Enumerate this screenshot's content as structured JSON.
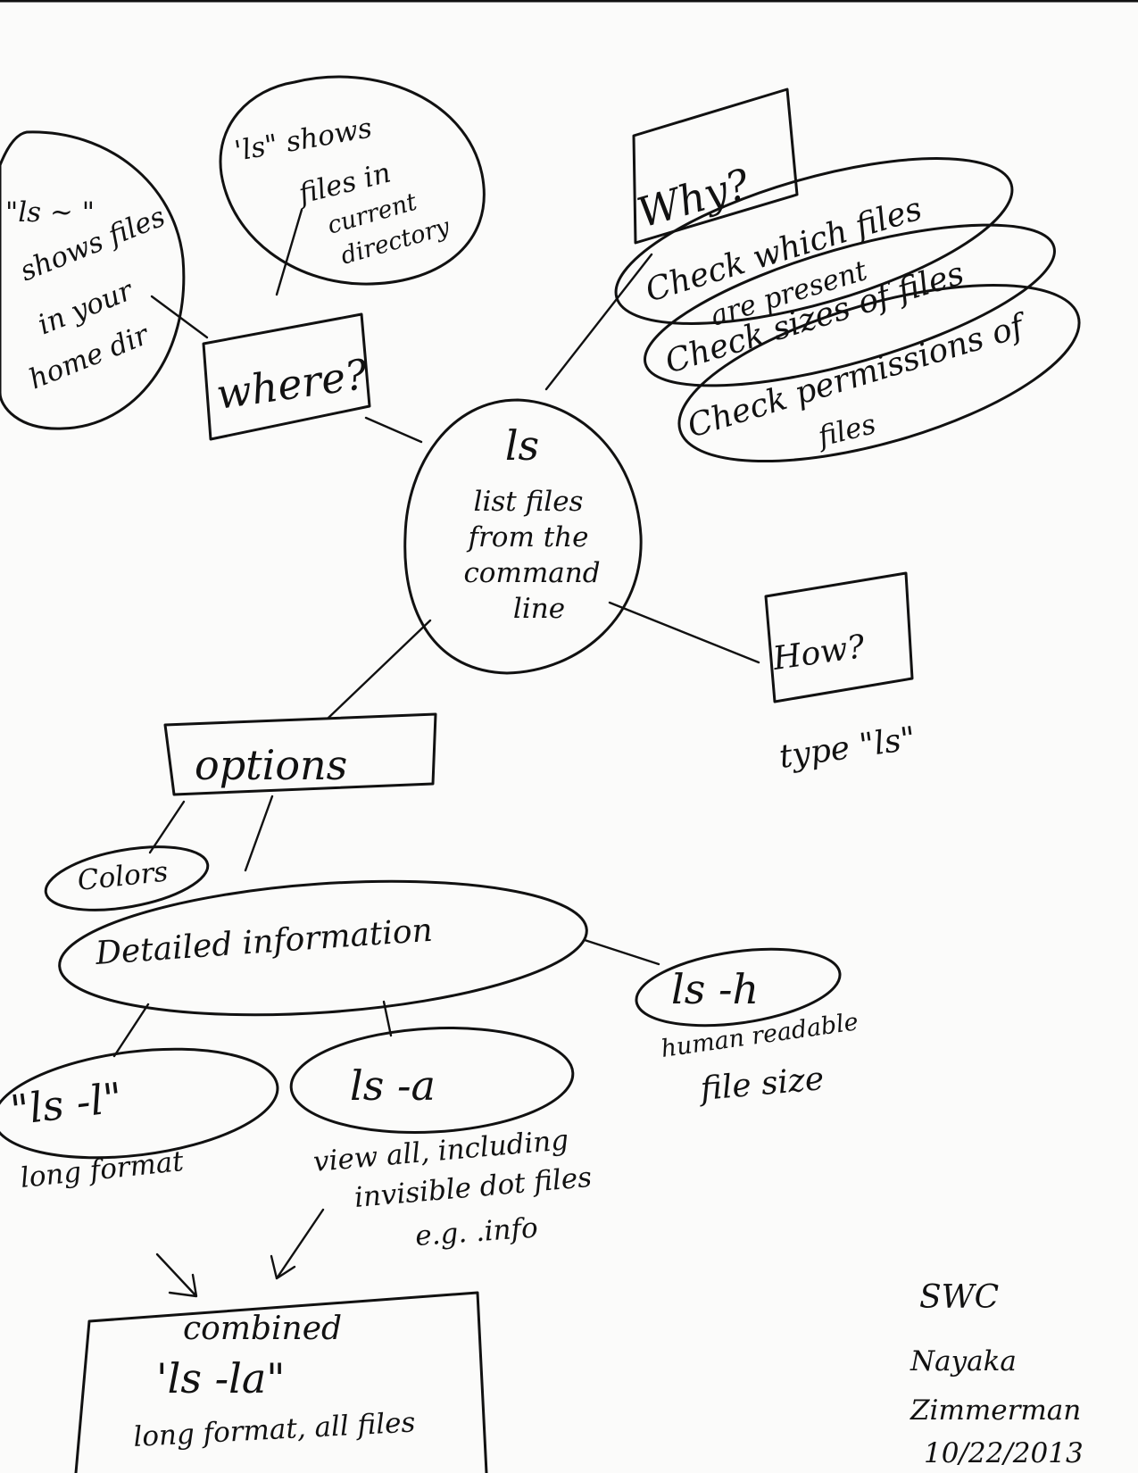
{
  "center": {
    "title": "ls",
    "lines": [
      "list files",
      "from the",
      "command",
      "line"
    ]
  },
  "where": {
    "label": "where?",
    "home_bubble": [
      "\"ls ~ \"",
      "shows files",
      "in your",
      "home dir"
    ],
    "current_bubble": [
      "'ls\" shows",
      "files in",
      "current",
      "directory"
    ]
  },
  "why": {
    "label": "Why?",
    "reasons": [
      [
        "Check which files",
        "are present"
      ],
      [
        "Check sizes of files"
      ],
      [
        "Check permissions of",
        "files"
      ]
    ]
  },
  "how": {
    "label": "How?",
    "note": "type \"ls\""
  },
  "options": {
    "label": "options",
    "colors": "Colors",
    "detailed": "Detailed information",
    "ls_h": {
      "command": "ls -h",
      "desc": [
        "human readable",
        "file size"
      ]
    },
    "ls_l": {
      "command": "\"ls -l\"",
      "desc": "long format"
    },
    "ls_a": {
      "command": "ls -a",
      "desc": [
        "view all, including",
        "invisible dot files",
        "e.g.  .info"
      ]
    }
  },
  "combined": {
    "title": "combined",
    "command": "'ls -la\"",
    "desc": "long format, all files"
  },
  "signature": {
    "lines": [
      "SWC",
      "Nayaka",
      "Zimmerman",
      "10/22/2013"
    ]
  }
}
